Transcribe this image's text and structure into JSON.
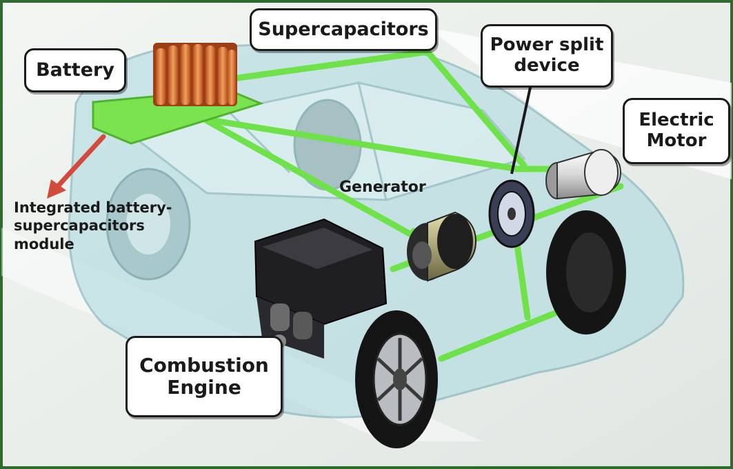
{
  "labels": {
    "battery": "Battery",
    "supercapacitors": "Supercapacitors",
    "power_split_line1": "Power split",
    "power_split_line2": "device",
    "electric_motor_line1": "Electric",
    "electric_motor_line2": "Motor",
    "generator": "Generator",
    "integrated_line1": "Integrated battery-",
    "integrated_line2": "supercapacitors",
    "integrated_line3": "module",
    "combustion_line1": "Combustion",
    "combustion_line2": "Engine"
  },
  "colors": {
    "frame_border": "#2f6b2f",
    "background": "#eef2ee",
    "car_body": "#9fd3dc",
    "power_path": "#6fe24a",
    "battery_cells": "#d9702e",
    "arrow": "#d24a3c"
  }
}
